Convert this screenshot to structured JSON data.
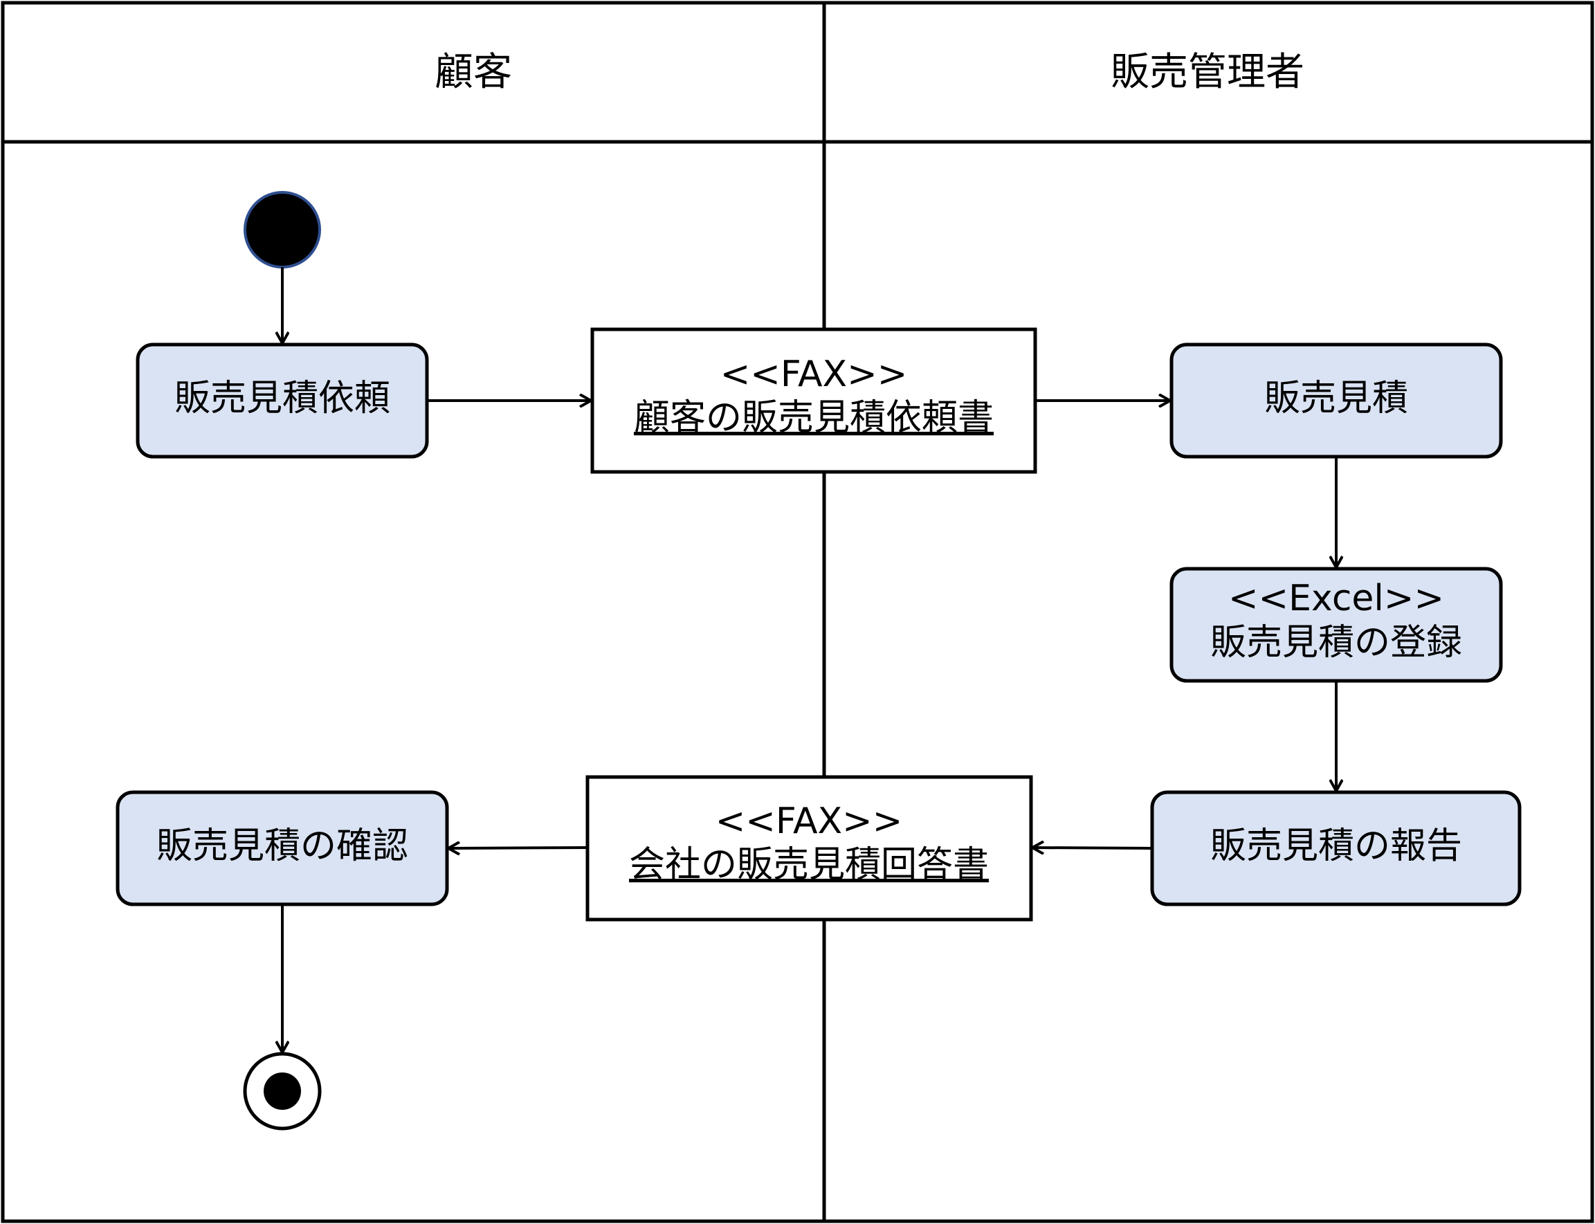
{
  "colors": {
    "action_fill": "#dae3f3",
    "line": "#000000",
    "start_node_stroke": "#2f4f8f"
  },
  "lanes": [
    {
      "title": "顧客"
    },
    {
      "title": "販売管理者"
    }
  ],
  "nodes": {
    "request": {
      "label": "販売見積依頼"
    },
    "fax_request": {
      "stereotype": "<<FAX>>",
      "label": "顧客の販売見積依頼書"
    },
    "estimate": {
      "label": "販売見積"
    },
    "excel_register": {
      "stereotype": "<<Excel>>",
      "label": "販売見積の登録"
    },
    "report": {
      "label": "販売見積の報告"
    },
    "fax_answer": {
      "stereotype": "<<FAX>>",
      "label": "会社の販売見積回答書"
    },
    "confirm": {
      "label": "販売見積の確認"
    }
  }
}
